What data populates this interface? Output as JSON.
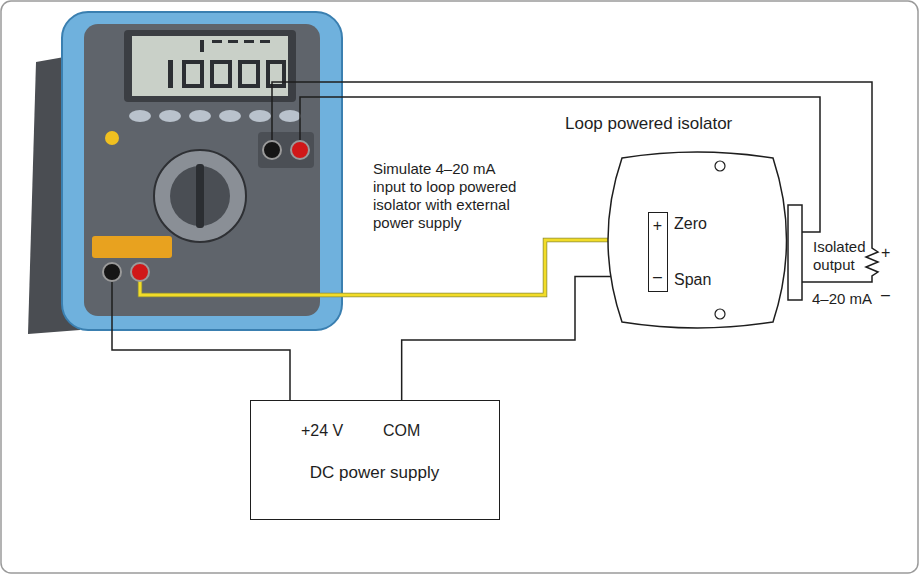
{
  "diagram": {
    "nodes": [
      {
        "text": [
          "Loop powered isolator",
          "Zero",
          "Span"
        ]
      },
      {
        "text": [
          "+",
          "–"
        ],
        "in": 0
      },
      {
        "text": [
          "+24 V",
          "COM",
          "DC power supply"
        ]
      }
    ],
    "edges": [
      {
        "from": 2,
        "to": 1,
        "arrow": "none"
      }
    ],
    "labels": [
      "Simulate 4–20 mA input to loop powered isolator with external power supply",
      "Isolated output",
      "4–20 mA",
      "+",
      "–"
    ]
  }
}
